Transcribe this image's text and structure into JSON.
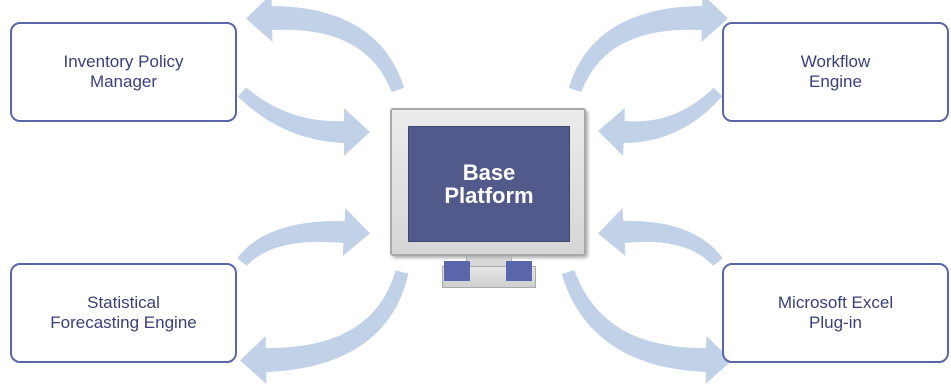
{
  "center": {
    "label": "Base\nPlatform"
  },
  "modules": {
    "inventory": "Inventory Policy\nManager",
    "workflow": "Workflow\nEngine",
    "statistical": "Statistical\nForecasting Engine",
    "excel": "Microsoft Excel\nPlug-in"
  },
  "colors": {
    "arrow": "#b9cce6",
    "box_border": "#5a66a6",
    "box_text": "#3a3f7a",
    "screen": "#525a8c",
    "stand_pad": "#5a66ac"
  }
}
